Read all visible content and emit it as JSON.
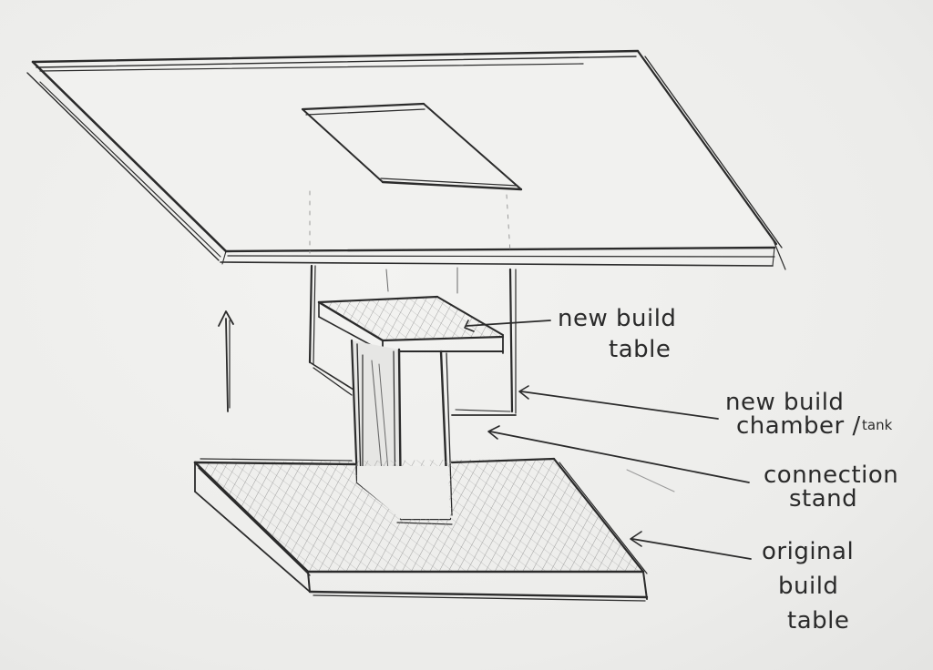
{
  "diagram": {
    "labels": {
      "new_build_table": [
        "new build",
        "table"
      ],
      "new_build_chamber": [
        "new build",
        "chamber /",
        "tank"
      ],
      "connection_stand": [
        "connection",
        "stand"
      ],
      "original_build_table": [
        "original",
        "build",
        "table"
      ]
    },
    "colors": {
      "ink": "#2b2b2b",
      "paper": "#eeeeec"
    }
  }
}
